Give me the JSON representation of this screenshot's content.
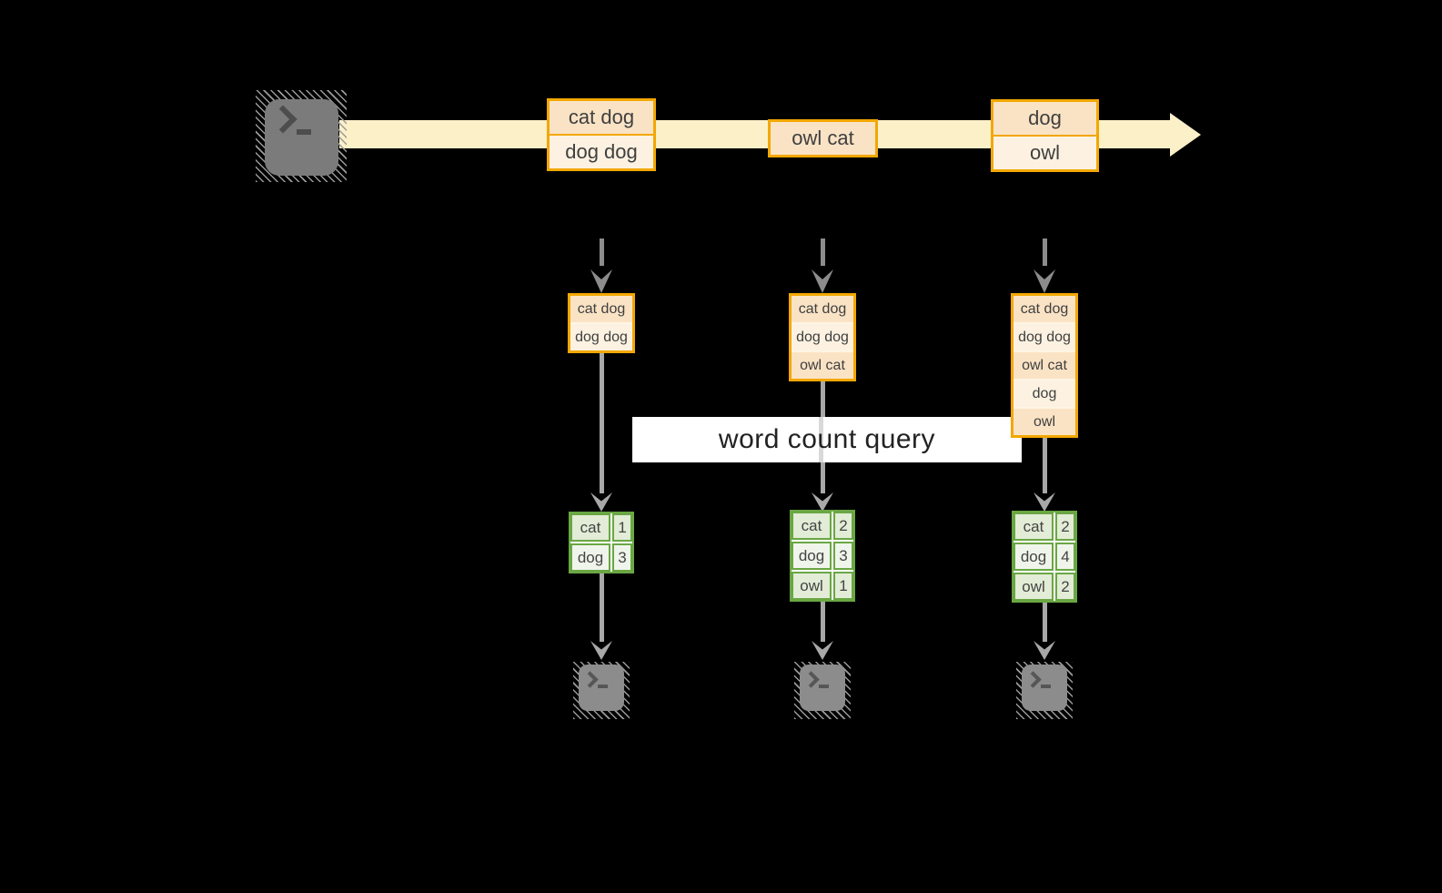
{
  "query_label": "word count query",
  "stream": {
    "events": [
      {
        "lines": [
          "cat dog",
          "dog dog"
        ]
      },
      {
        "lines": [
          "owl cat"
        ]
      },
      {
        "lines": [
          "dog",
          "owl"
        ]
      }
    ]
  },
  "snapshots": [
    {
      "records": [
        "cat dog",
        "dog dog"
      ]
    },
    {
      "records": [
        "cat dog",
        "dog dog",
        "owl cat"
      ]
    },
    {
      "records": [
        "cat dog",
        "dog dog",
        "owl cat",
        "dog",
        "owl"
      ]
    }
  ],
  "results": [
    {
      "rows": [
        [
          "cat",
          "1"
        ],
        [
          "dog",
          "3"
        ]
      ]
    },
    {
      "rows": [
        [
          "cat",
          "2"
        ],
        [
          "dog",
          "3"
        ],
        [
          "owl",
          "1"
        ]
      ]
    },
    {
      "rows": [
        [
          "cat",
          "2"
        ],
        [
          "dog",
          "4"
        ],
        [
          "owl",
          "2"
        ]
      ]
    }
  ],
  "icons": {
    "terminal_prompt": ">_"
  },
  "colors": {
    "background": "#000000",
    "accent_gold": "#f2a702",
    "peach_fill": "#fae3c5",
    "cream_fill": "#fdf2e1",
    "stream_band": "#fbf0c8",
    "green_border": "#6aa744",
    "green_cell_dark": "#e2ecd6",
    "green_cell_light": "#f0f5eb",
    "connector_gray": "#a8a8a8",
    "dashed_arrow_gray": "#8c8c8c",
    "terminal_gray": "#7b7b7b",
    "label_bg": "#ffffff"
  }
}
